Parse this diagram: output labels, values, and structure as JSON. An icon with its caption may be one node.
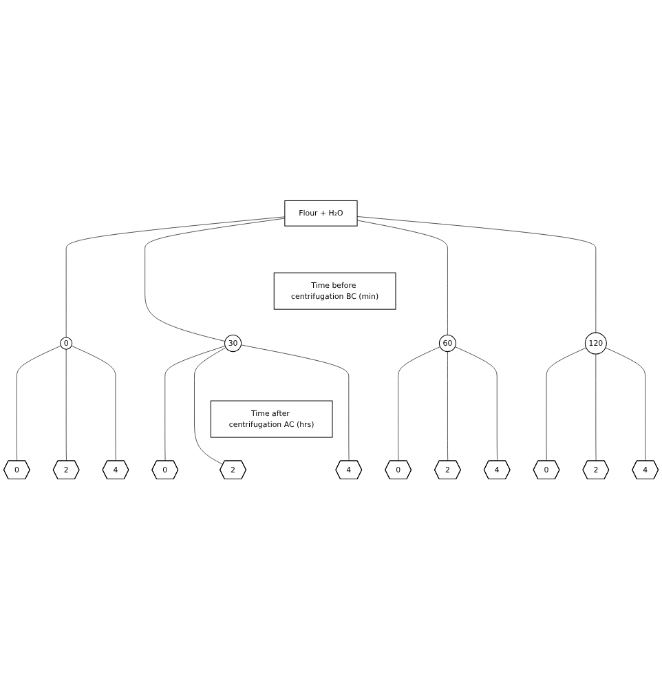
{
  "diagram": {
    "nodes": [
      {
        "text": [
          "Flour + H₂O"
        ]
      },
      {
        "text": [
          "Time before centrifugation BC (min)"
        ]
      },
      {
        "text": [
          "0"
        ]
      },
      {
        "text": [
          "30"
        ]
      },
      {
        "text": [
          "60"
        ]
      },
      {
        "text": [
          "120"
        ]
      },
      {
        "text": [
          "Time after centrifugation AC (hrs)"
        ]
      },
      {
        "text": [
          "0"
        ]
      },
      {
        "text": [
          "2"
        ]
      },
      {
        "text": [
          "4"
        ]
      },
      {
        "text": [
          "0"
        ]
      },
      {
        "text": [
          "2"
        ]
      },
      {
        "text": [
          "4"
        ]
      },
      {
        "text": [
          "0"
        ]
      },
      {
        "text": [
          "2"
        ]
      },
      {
        "text": [
          "4"
        ]
      },
      {
        "text": [
          "0"
        ]
      },
      {
        "text": [
          "2"
        ]
      },
      {
        "text": [
          "4"
        ]
      }
    ],
    "edges": [
      {
        "from": 0,
        "to": 2,
        "arrow": "none"
      },
      {
        "from": 0,
        "to": 3,
        "arrow": "none"
      },
      {
        "from": 0,
        "to": 4,
        "arrow": "none"
      },
      {
        "from": 0,
        "to": 5,
        "arrow": "none"
      },
      {
        "from": 2,
        "to": 7,
        "arrow": "none"
      },
      {
        "from": 2,
        "to": 8,
        "arrow": "none"
      },
      {
        "from": 2,
        "to": 9,
        "arrow": "none"
      },
      {
        "from": 3,
        "to": 10,
        "arrow": "none"
      },
      {
        "from": 3,
        "to": 11,
        "arrow": "none"
      },
      {
        "from": 3,
        "to": 12,
        "arrow": "none"
      },
      {
        "from": 4,
        "to": 13,
        "arrow": "none"
      },
      {
        "from": 4,
        "to": 14,
        "arrow": "none"
      },
      {
        "from": 4,
        "to": 15,
        "arrow": "none"
      },
      {
        "from": 5,
        "to": 16,
        "arrow": "none"
      },
      {
        "from": 5,
        "to": 17,
        "arrow": "none"
      },
      {
        "from": 5,
        "to": 18,
        "arrow": "none"
      }
    ]
  }
}
